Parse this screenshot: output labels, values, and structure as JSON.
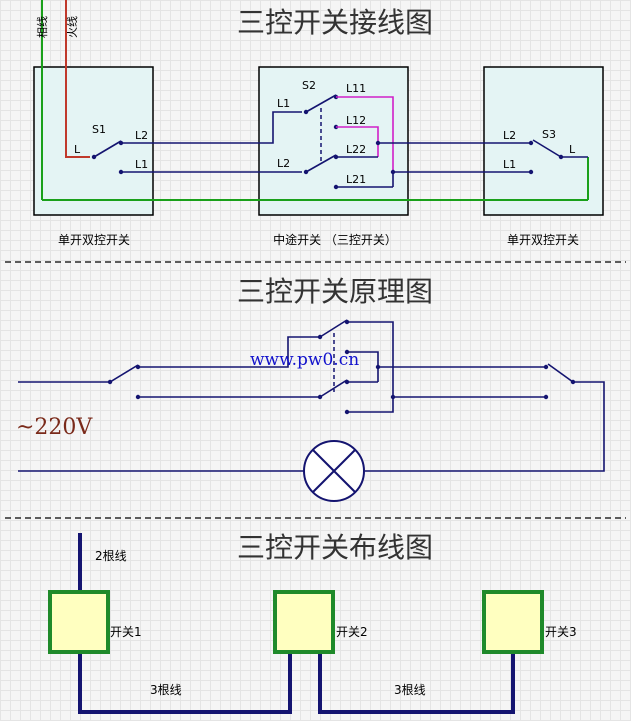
{
  "section1": {
    "title": "三控开关接线图",
    "phase_label": "相线",
    "live_label": "火线",
    "box_left": {
      "switch": "S1",
      "term_common": "L",
      "term_top": "L2",
      "term_bottom": "L1",
      "caption": "单开双控开关"
    },
    "box_mid": {
      "switch": "S2",
      "term_l1": "L1",
      "term_l2": "L2",
      "term_l11": "L11",
      "term_l12": "L12",
      "term_l22": "L22",
      "term_l21": "L21",
      "caption": "中途开关  （三控开关）"
    },
    "box_right": {
      "switch": "S3",
      "term_top": "L2",
      "term_bottom": "L1",
      "term_common": "L",
      "caption": "单开双控开关"
    }
  },
  "section2": {
    "title": "三控开关原理图",
    "watermark": "www.pw0.cn",
    "voltage": "~220V"
  },
  "section3": {
    "title": "三控开关布线图",
    "wire_in": "2根线",
    "switch1": "开关1",
    "switch2": "开关2",
    "switch3": "开关3",
    "wire_12": "3根线",
    "wire_23": "3根线"
  },
  "colors": {
    "wire": "#141470",
    "phase": "#c0392b",
    "neutral": "#1aa01a",
    "magenta": "#d020c8",
    "box_fill": "#e4f4f4",
    "switch_fill": "#ffffc0",
    "switch_border": "#1f8a2a",
    "watermark": "#1212cc",
    "voltage": "#7a2a1a"
  }
}
